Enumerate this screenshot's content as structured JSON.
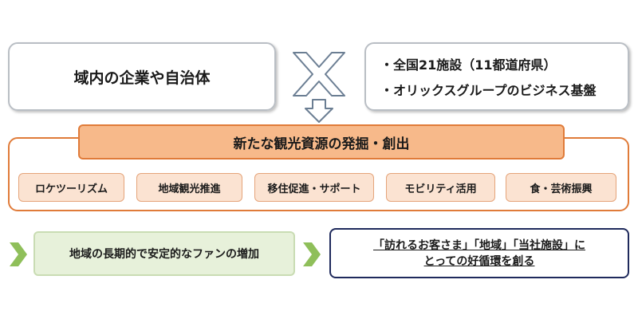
{
  "top_left": {
    "text": "域内の企業や自治体"
  },
  "top_right": {
    "lines": [
      "・全国21施設（11都道府県）",
      "・オリックスグループのビジネス基盤"
    ]
  },
  "symbols": {
    "cross": "cross-arrow-icon",
    "down": "down-arrow-icon",
    "chevron": "chevron-right-icon"
  },
  "center": {
    "title": "新たな観光資源の発掘・創出",
    "items": [
      "ロケツーリズム",
      "地域観光推進",
      "移住促進・サポート",
      "モビリティ活用",
      "食・芸術振興"
    ]
  },
  "bottom_left": {
    "text": "地域の長期的で安定的なファンの増加"
  },
  "bottom_right": {
    "lines": [
      "「訪れるお客さま」「地域」「当社施設」に",
      "とっての好循環を創る"
    ]
  },
  "colors": {
    "orange": "#e07b39",
    "orange_fill": "#f7b98a",
    "chip_fill": "#fbe3d2",
    "green": "#8fbf5a",
    "navy": "#1f2a5c",
    "gray": "#b9bec4"
  }
}
